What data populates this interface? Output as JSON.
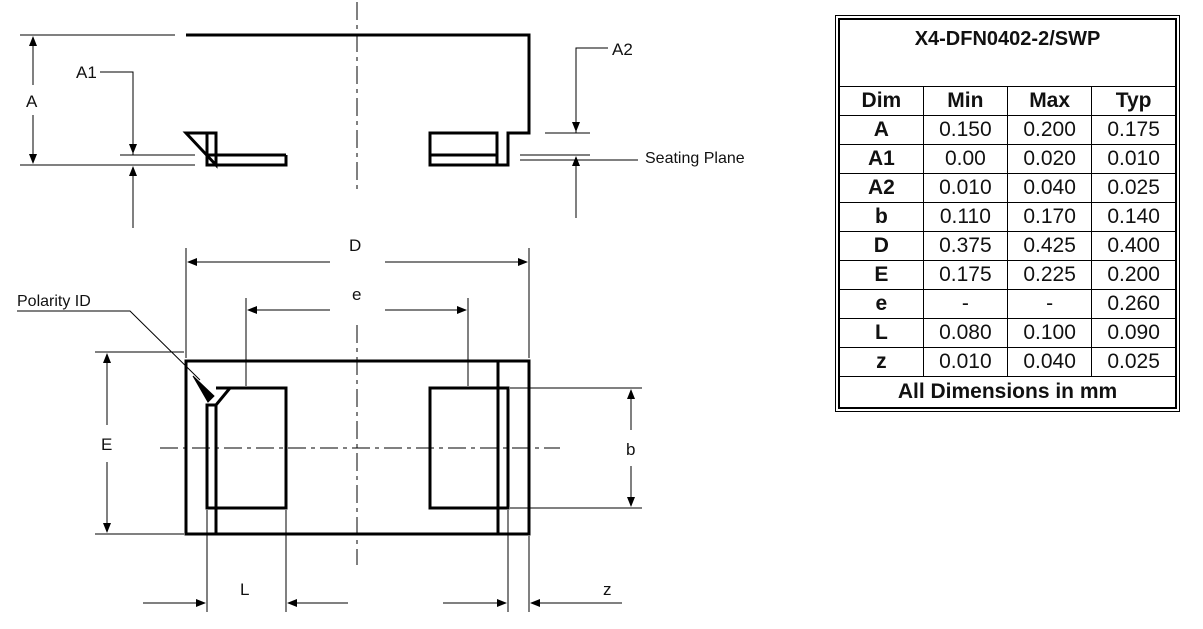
{
  "side_view": {
    "labels": {
      "A": "A",
      "A1": "A1",
      "A2": "A2",
      "seating_plane": "Seating Plane"
    }
  },
  "top_view": {
    "labels": {
      "D": "D",
      "e": "e",
      "E": "E",
      "b": "b",
      "L": "L",
      "z": "z",
      "polarity_id": "Polarity ID"
    }
  },
  "table": {
    "title": "X4-DFN0402-2/SWP",
    "headers": [
      "Dim",
      "Min",
      "Max",
      "Typ"
    ],
    "rows": [
      [
        "A",
        "0.150",
        "0.200",
        "0.175"
      ],
      [
        "A1",
        "0.00",
        "0.020",
        "0.010"
      ],
      [
        "A2",
        "0.010",
        "0.040",
        "0.025"
      ],
      [
        "b",
        "0.110",
        "0.170",
        "0.140"
      ],
      [
        "D",
        "0.375",
        "0.425",
        "0.400"
      ],
      [
        "E",
        "0.175",
        "0.225",
        "0.200"
      ],
      [
        "e",
        "-",
        "-",
        "0.260"
      ],
      [
        "L",
        "0.080",
        "0.100",
        "0.090"
      ],
      [
        "z",
        "0.010",
        "0.040",
        "0.025"
      ]
    ],
    "footer": "All Dimensions in mm"
  }
}
